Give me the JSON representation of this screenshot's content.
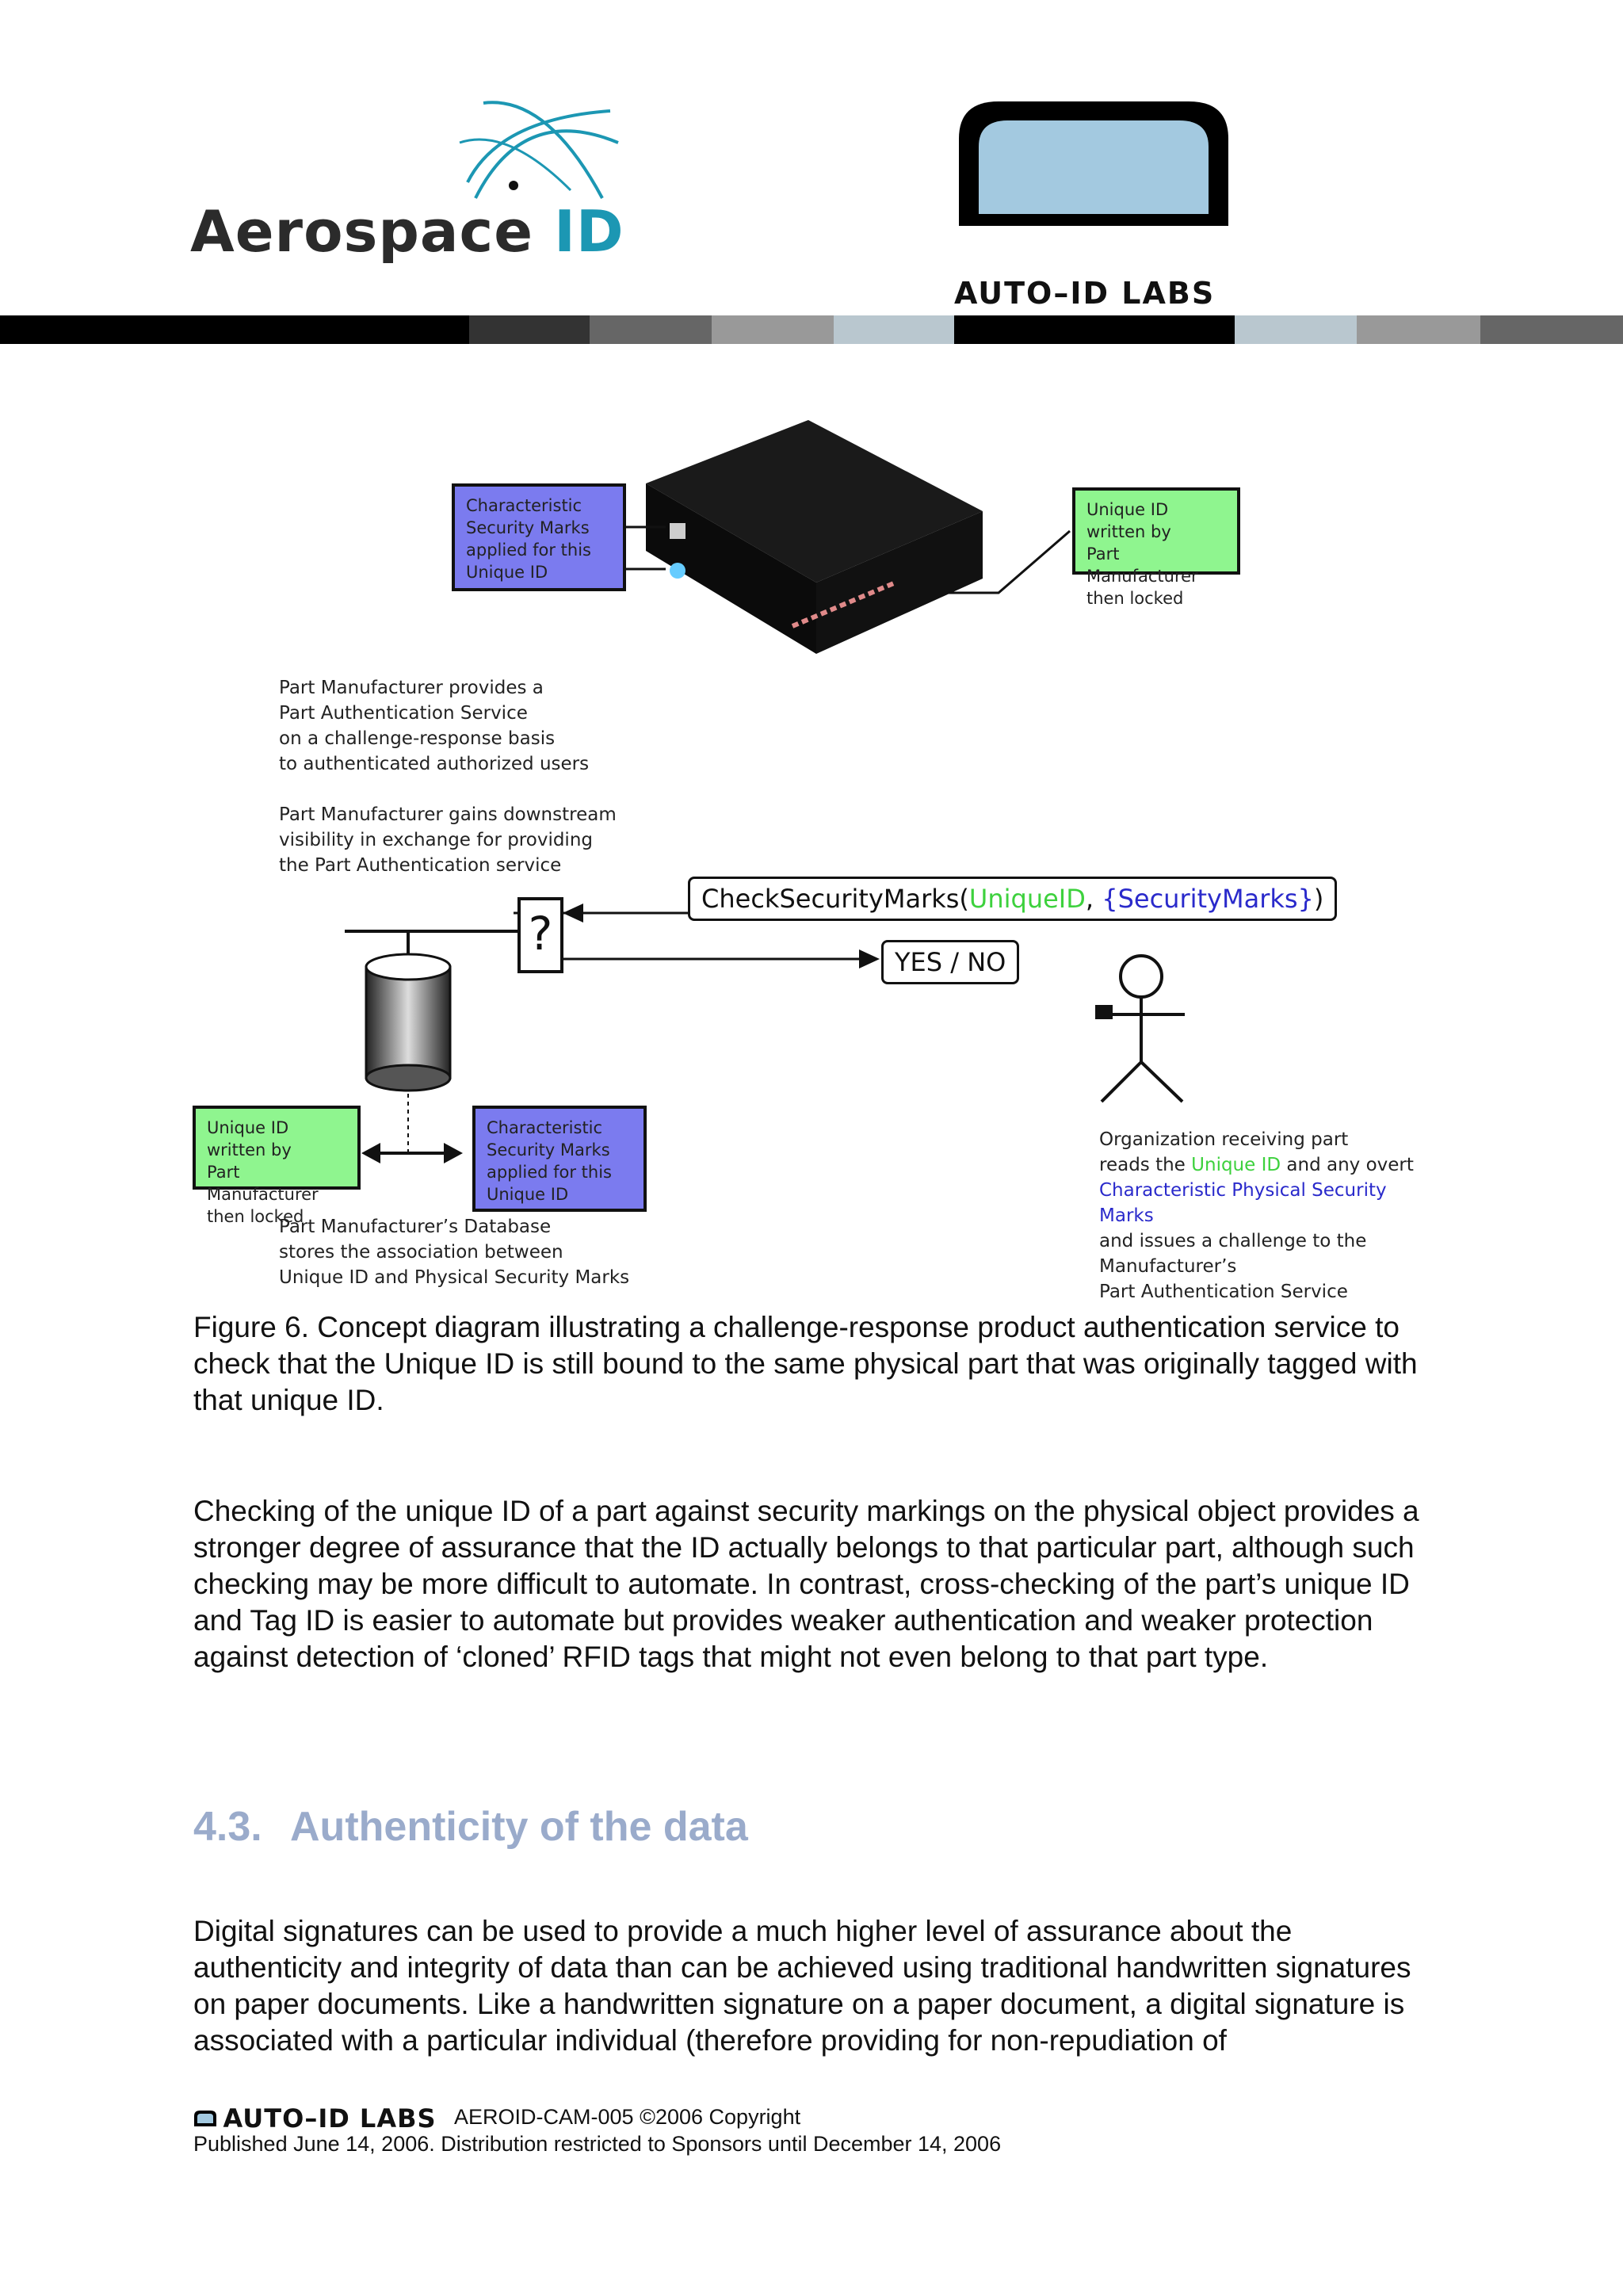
{
  "header": {
    "left_logo": {
      "text_main": "Aerospace ",
      "text_accent": "ID"
    },
    "right_logo": {
      "text": "AUTO–ID LABS"
    }
  },
  "diagram": {
    "box_marks_top": "Characteristic\nSecurity Marks\napplied for this\nUnique ID",
    "box_uid_top": "Unique ID written by\nPart Manufacturer\nthen locked",
    "note_service": "Part Manufacturer provides a\nPart Authentication Service\non a challenge-response basis\nto authenticated authorized users",
    "note_visibility": "Part Manufacturer gains downstream\nvisibility in exchange for providing\nthe Part Authentication service",
    "call_fn": "CheckSecurityMarks(",
    "call_arg1": "UniqueID",
    "call_sep": ", ",
    "call_arg2": "{SecurityMarks}",
    "call_end": ")",
    "question": "?",
    "response": "YES / NO",
    "box_uid_bottom": "Unique ID written by\nPart Manufacturer\nthen locked",
    "box_marks_bottom": "Characteristic\nSecurity Marks\napplied for this\nUnique ID",
    "note_db": "Part Manufacturer’s Database\nstores the association between\nUnique ID and Physical Security Marks",
    "org_line1": "Organization receiving part",
    "org_line2a": "reads the ",
    "org_line2b": "Unique ID",
    "org_line2c": " and any overt",
    "org_line3": "Characteristic Physical Security Marks",
    "org_line4": "and issues a challenge to the\nManufacturer’s\nPart Authentication Service"
  },
  "caption": "Figure 6.  Concept diagram illustrating a challenge-response product authentication service to check that the Unique ID is still bound to the same physical part that was originally tagged with that unique ID.",
  "paragraph1": "Checking of the unique ID of a part against security markings on the physical object provides a stronger degree of assurance that the ID actually belongs to that particular part, although such checking may be more difficult to automate.  In contrast, cross-checking of the part’s unique ID and Tag ID is easier to automate but provides weaker authentication and weaker protection against detection of ‘cloned’ RFID tags that might not even belong to that part type.",
  "section": {
    "number": "4.3.",
    "title": "Authenticity of the data"
  },
  "paragraph2": "Digital signatures can be used to provide a much higher level of assurance about the authenticity and integrity of data than can be achieved using traditional handwritten signatures on paper documents.  Like a handwritten signature on a paper document, a digital signature is associated with a particular individual (therefore providing for non-repudiation of",
  "footer": {
    "brand": "AUTO–ID LABS",
    "doc_id": "AEROID-CAM-005 ©2006 Copyright",
    "published": "Published June 14, 2006. Distribution restricted to Sponsors until December 14, 2006"
  },
  "colors": {
    "heading": "#9aabcb",
    "green_text": "#3dd13d",
    "blue_text": "#2a2acb",
    "box_blue": "#7b7bef",
    "box_green": "#8ff58f"
  }
}
